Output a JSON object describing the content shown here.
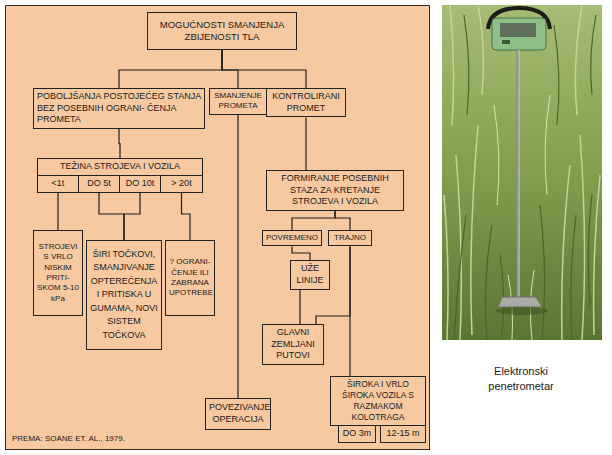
{
  "diagram": {
    "caption": "Elektronski penetrometar",
    "nodes": [
      {
        "text": [
          "MOGUĆNOSTI SMANJENJA ZBIJENOSTI TLA"
        ]
      },
      {
        "text": [
          "POBOLJŠANJA POSTOJEĆEG STANJA BEZ POSEBNIH OGRANI- ČENJA PROMETA"
        ]
      },
      {
        "text": [
          "SMANJENJE PROMETA"
        ]
      },
      {
        "text": [
          "KONTROLIRANI PROMET"
        ]
      },
      {
        "text": [
          "TEŽINA STROJEVA I VOZILA"
        ]
      },
      {
        "text": [
          "<1t"
        ]
      },
      {
        "text": [
          "DO 5t"
        ]
      },
      {
        "text": [
          "DO 10t"
        ]
      },
      {
        "text": [
          "> 20t"
        ]
      },
      {
        "text": [
          "STROJEVI S VRLO NISKIM PRITI- SKOM 5-10 kPa"
        ]
      },
      {
        "text": [
          "ŠIRI TOČKOVI, SMANJIVANJE OPTEREĆENJA I PRITISKA U GUMAMA, NOVI SISTEM TOČKOVA"
        ]
      },
      {
        "text": [
          "? OGRANI- ČENJE ILI ZABRANA UPOTREBE"
        ]
      },
      {
        "text": [
          "POVEZIVANJE OPERACIJA"
        ]
      },
      {
        "text": [
          "FORMIRANJE POSEBNIH STAZA ZA KRETANJE STROJEVA I VOZILA"
        ]
      },
      {
        "text": [
          "POVREMENO"
        ]
      },
      {
        "text": [
          "TRAJNO"
        ]
      },
      {
        "text": [
          "UŽE LINIJE"
        ]
      },
      {
        "text": [
          "GLAVNI ZEMLJANI PUTOVI"
        ]
      },
      {
        "text": [
          "ŠIROKA I VRLO ŠIROKA VOZILA S RAZMAKOM KOLOTRAGA"
        ]
      },
      {
        "text": [
          "DO 3m"
        ]
      },
      {
        "text": [
          "12-15 m"
        ]
      }
    ],
    "edges": [
      {
        "from": 0,
        "to": 1,
        "arrow": "none"
      },
      {
        "from": 0,
        "to": 2,
        "arrow": "none"
      },
      {
        "from": 0,
        "to": 3,
        "arrow": "none"
      },
      {
        "from": 1,
        "to": 4,
        "arrow": "none"
      },
      {
        "from": 5,
        "to": 9,
        "arrow": "none"
      },
      {
        "from": 6,
        "to": 10,
        "arrow": "none"
      },
      {
        "from": 7,
        "to": 10,
        "arrow": "none"
      },
      {
        "from": 8,
        "to": 11,
        "arrow": "none"
      },
      {
        "from": 2,
        "to": 12,
        "arrow": "none"
      },
      {
        "from": 3,
        "to": 13,
        "arrow": "none"
      },
      {
        "from": 13,
        "to": 14,
        "arrow": "none"
      },
      {
        "from": 13,
        "to": 15,
        "arrow": "none"
      },
      {
        "from": 14,
        "to": 16,
        "arrow": "none"
      },
      {
        "from": 16,
        "to": 17,
        "arrow": "none"
      },
      {
        "from": 15,
        "to": 17,
        "arrow": "none"
      },
      {
        "from": 15,
        "to": 18,
        "arrow": "none"
      }
    ],
    "labels": [
      "PREMA: SOANE ET. AL., 1979."
    ]
  }
}
